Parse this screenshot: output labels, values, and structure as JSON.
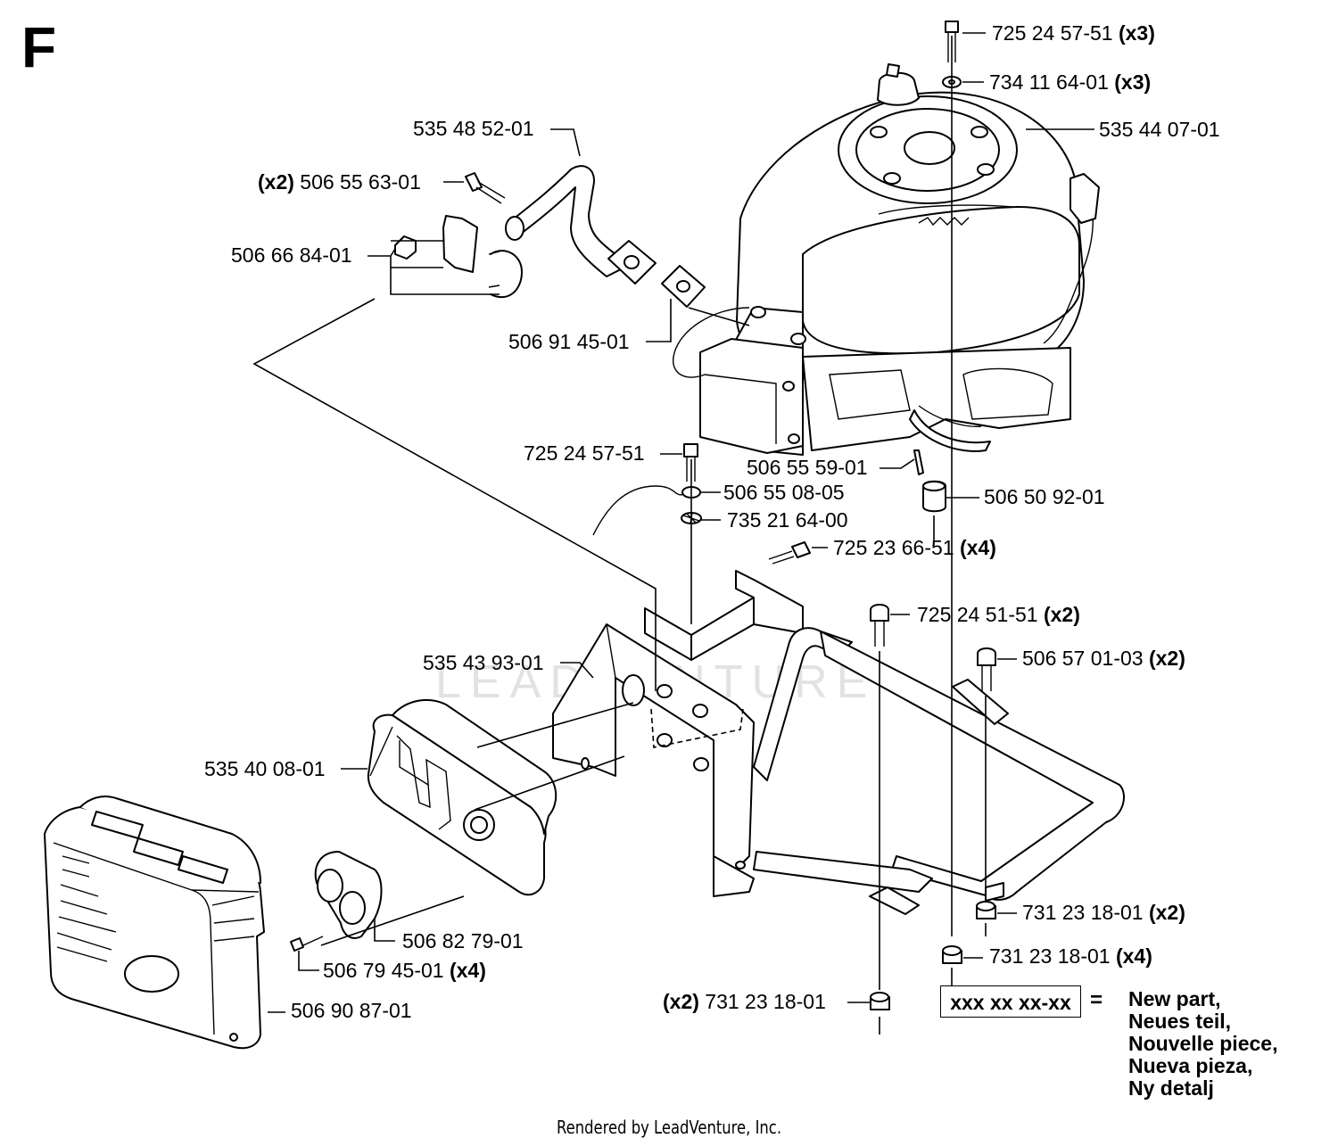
{
  "section_letter": "F",
  "watermark": "LEADVENTURE",
  "credit": "Rendered by LeadVenture, Inc.",
  "callouts": [
    {
      "part": "725 24 57-51",
      "qty": "(x3)"
    },
    {
      "part": "734 11 64-01",
      "qty": "(x3)"
    },
    {
      "part": "535 44 07-01",
      "qty": ""
    },
    {
      "part": "535 48 52-01",
      "qty": ""
    },
    {
      "part": "506 55 63-01",
      "qty": "(x2)"
    },
    {
      "part": "506 66 84-01",
      "qty": ""
    },
    {
      "part": "506 91 45-01",
      "qty": ""
    },
    {
      "part": "725 24 57-51",
      "qty": ""
    },
    {
      "part": "506 55 59-01",
      "qty": ""
    },
    {
      "part": "506 55 08-05",
      "qty": ""
    },
    {
      "part": "735 21 64-00",
      "qty": ""
    },
    {
      "part": "506 50 92-01",
      "qty": ""
    },
    {
      "part": "725 23 66-51",
      "qty": "(x4)"
    },
    {
      "part": "725 24 51-51",
      "qty": "(x2)"
    },
    {
      "part": "535 43 93-01",
      "qty": ""
    },
    {
      "part": "506 57 01-03",
      "qty": "(x2)"
    },
    {
      "part": "535 40 08-01",
      "qty": ""
    },
    {
      "part": "506 82 79-01",
      "qty": ""
    },
    {
      "part": "506 79 45-01",
      "qty": "(x4)"
    },
    {
      "part": "731 23 18-01",
      "qty": "(x2)"
    },
    {
      "part": "731 23 18-01",
      "qty": "(x4)"
    },
    {
      "part": "506 90 87-01",
      "qty": ""
    },
    {
      "part": "731 23 18-01",
      "qty": "(x2)"
    }
  ],
  "legend": {
    "sample": "xxx xx xx-xx",
    "equals": "=",
    "lines": [
      "New part,",
      "Neues teil,",
      "Nouvelle piece,",
      "Nueva pieza,",
      "Ny detalj"
    ]
  }
}
